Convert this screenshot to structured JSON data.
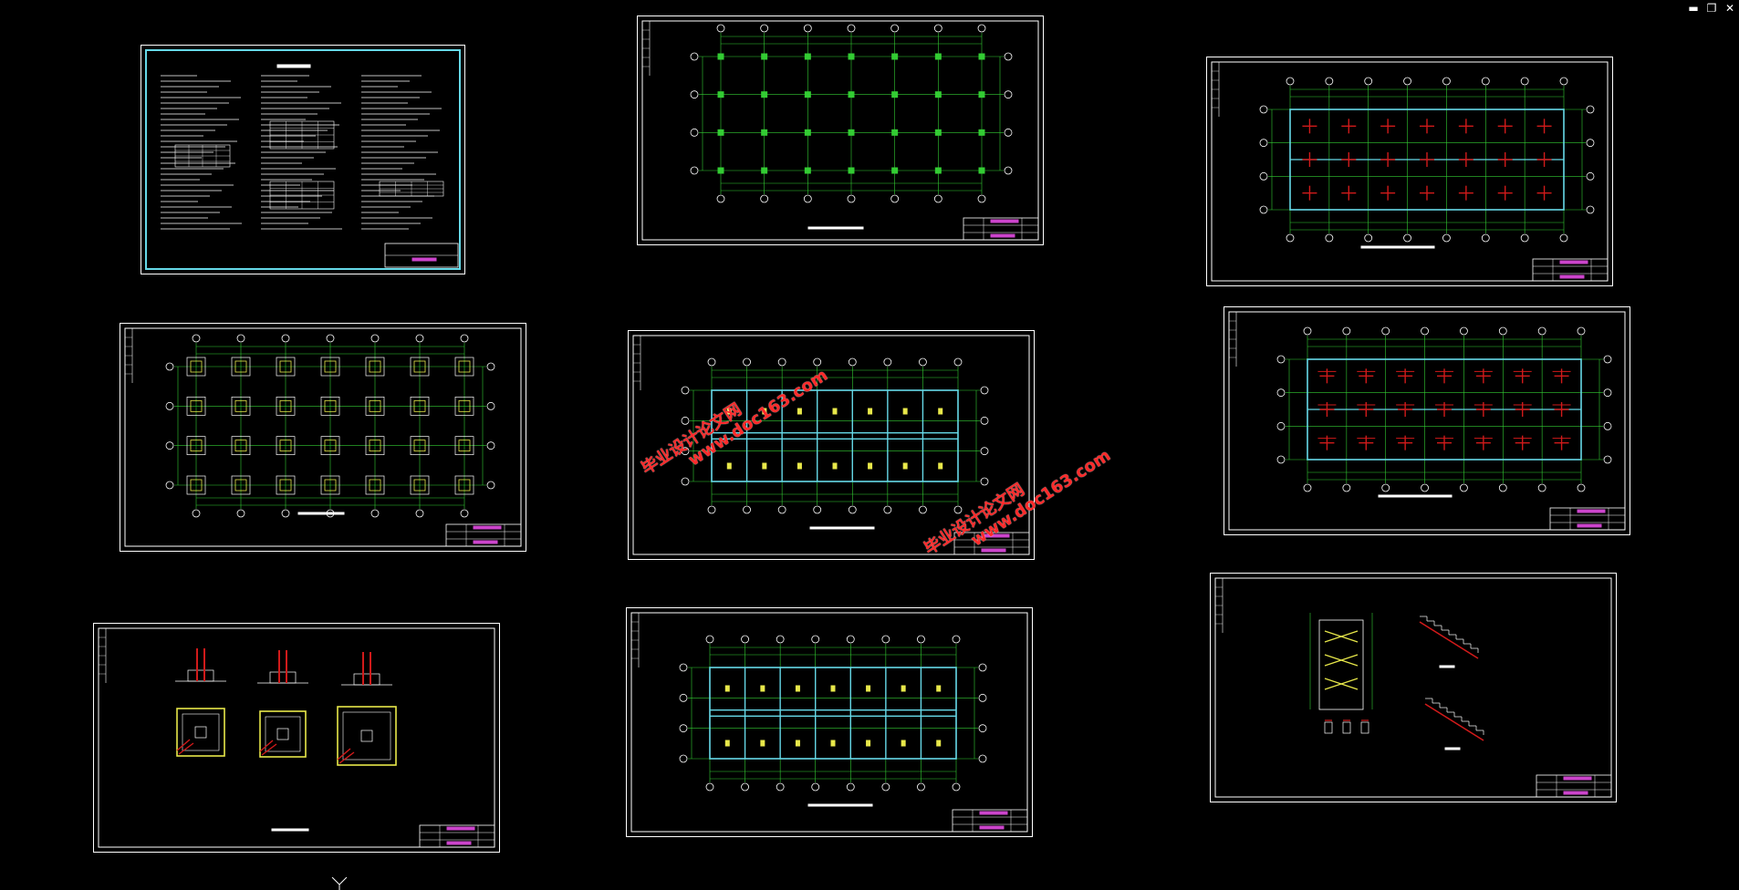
{
  "window_controls": {
    "minimize": "▬",
    "restore": "❐",
    "close": "✕"
  },
  "colors": {
    "background": "#000000",
    "frame": "#ffffff",
    "grid": "#33cc33",
    "wall": "#66d9e8",
    "rebar": "#d11a1a",
    "column": "#e8e84a",
    "title_mark": "#cc44cc",
    "watermark": "#ff2a2a"
  },
  "sheets": [
    {
      "id": "design-notes",
      "kind": "notes"
    },
    {
      "id": "column-layout",
      "kind": "column-plan"
    },
    {
      "id": "floor-rebar-top-right",
      "kind": "rebar-plan"
    },
    {
      "id": "foundation-plan",
      "kind": "foundation"
    },
    {
      "id": "beam-layout-center",
      "kind": "beam-plan"
    },
    {
      "id": "roof-rebar-right",
      "kind": "rebar-plan"
    },
    {
      "id": "footing-details",
      "kind": "footing"
    },
    {
      "id": "beam-layout-bottom-center",
      "kind": "beam-plan"
    },
    {
      "id": "stair-details",
      "kind": "stair"
    }
  ],
  "watermarks": [
    {
      "line1": "毕业设计论文网",
      "line2": "www.doc163.com"
    },
    {
      "line1": "毕业设计论文网",
      "line2": "www.doc163.com"
    }
  ]
}
